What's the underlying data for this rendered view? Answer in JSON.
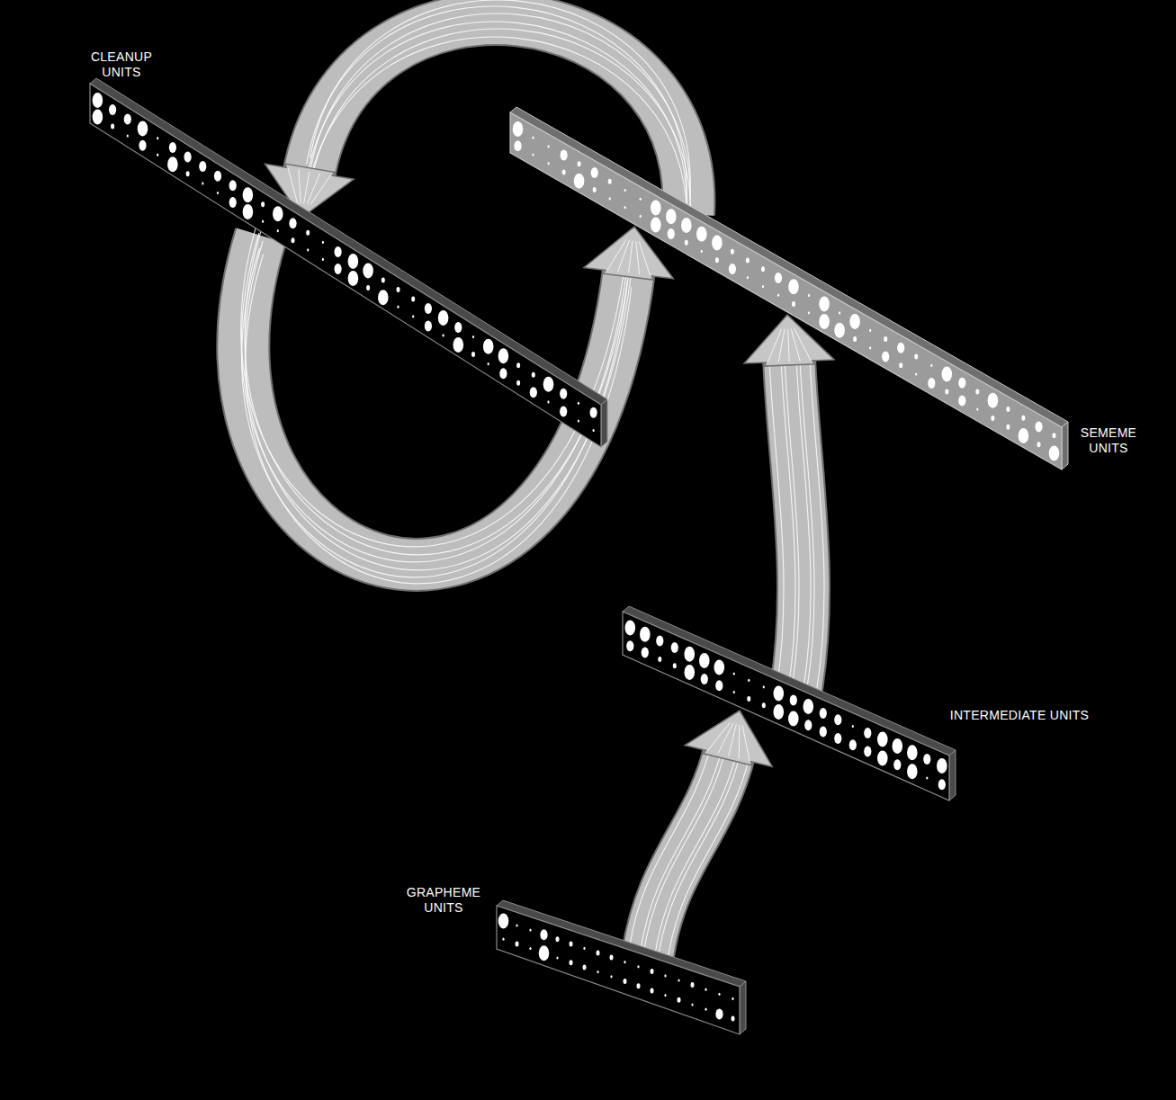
{
  "diagram": {
    "nodes": [
      {
        "text": [
          "CLEANUP UNITS"
        ]
      },
      {
        "text": [
          "SEMEME UNITS"
        ]
      },
      {
        "text": [
          "INTERMEDIATE UNITS"
        ]
      },
      {
        "text": [
          "GRAPHEME UNITS"
        ]
      }
    ],
    "edges": [
      {
        "from": 3,
        "to": 2,
        "arrow": "to"
      },
      {
        "from": 2,
        "to": 1,
        "arrow": "to"
      },
      {
        "from": 1,
        "to": 0,
        "arrow": "to"
      },
      {
        "from": 0,
        "to": 1,
        "arrow": "to"
      }
    ]
  }
}
